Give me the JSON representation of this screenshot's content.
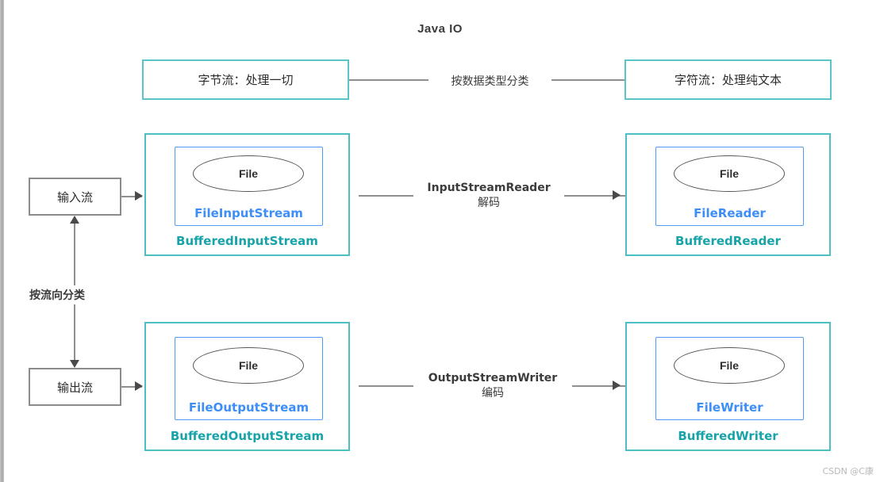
{
  "title": "Java IO",
  "watermark": "CSDN @C康",
  "top_row": {
    "left_box": "字节流：处理一切",
    "right_box": "字符流：处理纯文本",
    "connector_label": "按数据类型分类"
  },
  "side_nodes": {
    "input": "输入流",
    "output": "输出流",
    "axis_label": "按流向分类"
  },
  "groups": [
    {
      "id": "buffered-input-stream",
      "outer_label": "BufferedInputStream",
      "inner_label": "FileInputStream",
      "core_label": "File"
    },
    {
      "id": "buffered-reader",
      "outer_label": "BufferedReader",
      "inner_label": "FileReader",
      "core_label": "File"
    },
    {
      "id": "buffered-output-stream",
      "outer_label": "BufferedOutputStream",
      "inner_label": "FileOutputStream",
      "core_label": "File"
    },
    {
      "id": "buffered-writer",
      "outer_label": "BufferedWriter",
      "inner_label": "FileWriter",
      "core_label": "File"
    }
  ],
  "bridges": [
    {
      "id": "reader-bridge",
      "en": "InputStreamReader",
      "cn": "解码"
    },
    {
      "id": "writer-bridge",
      "en": "OutputStreamWriter",
      "cn": "编码"
    }
  ],
  "colors": {
    "teal": "#4bbfc3",
    "teal_text": "#17a3a8",
    "blue": "#4d9cf6",
    "blue_text": "#3d8ef7",
    "gray_line": "#8f8f8f",
    "text": "#2b2b2b"
  }
}
